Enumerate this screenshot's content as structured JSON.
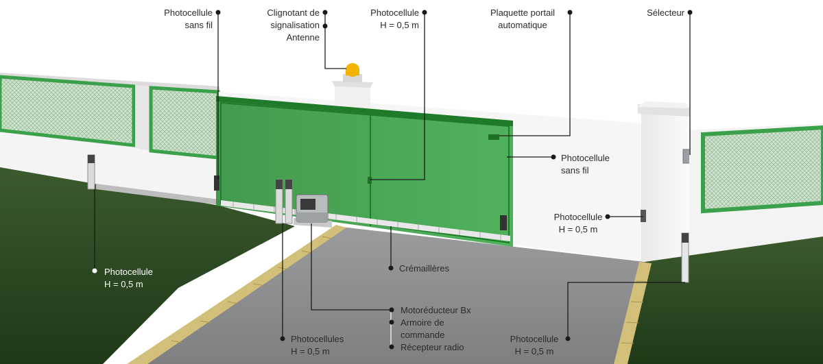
{
  "labels": {
    "photocell_wireless_top": [
      "Photocellule",
      "sans fil"
    ],
    "flasher": [
      "Clignotant de",
      "signalisation"
    ],
    "antenna": "Antenne",
    "photocell_top_middle": [
      "Photocellule",
      "H = 0,5 m"
    ],
    "gate_plate": [
      "Plaquette portail",
      "automatique"
    ],
    "selector": "Sélecteur",
    "photocell_wireless_right": [
      "Photocellule",
      "sans fil"
    ],
    "photocell_right_post": [
      "Photocellule",
      "H = 0,5 m"
    ],
    "photocell_left_lawn": [
      "Photocellule",
      "H = 0,5 m"
    ],
    "racks": "Crémaillères",
    "motor_unit": [
      "Motoréducteur Bx",
      "Armoire de",
      "commande",
      "Récepteur radio"
    ],
    "photocells_bottom": [
      "Photocellules",
      "H = 0,5 m"
    ],
    "photocell_bottom_right": [
      "Photocellule",
      "H = 0,5 m"
    ]
  },
  "colors": {
    "gate_green": "#2f9a3a",
    "fence_green": "#3aa14a",
    "lawn": "#2c4a22",
    "driveway": "#8d8f90",
    "curb": "#d2c07a",
    "wall": "#f0f0f0",
    "flasher_amber": "#f2b400",
    "leader_line": "#1a1a1a"
  }
}
